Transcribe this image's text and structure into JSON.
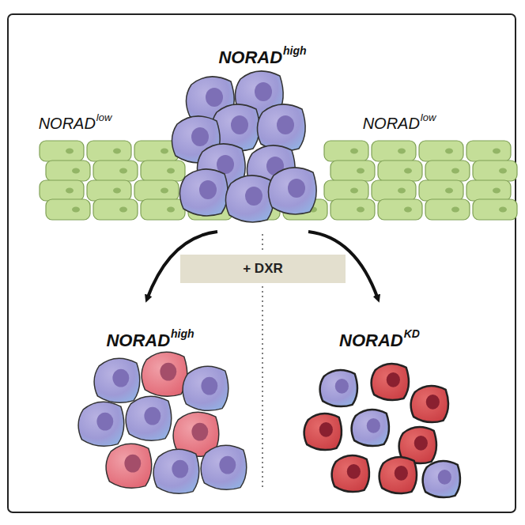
{
  "diagram": {
    "nodes": [
      {
        "text": [
          "+ DXR"
        ]
      }
    ],
    "labels": [
      "NORAD",
      "high",
      "NORAD",
      "low",
      "NORAD",
      "low",
      "NORAD",
      "high",
      "NORAD",
      "KD"
    ]
  }
}
